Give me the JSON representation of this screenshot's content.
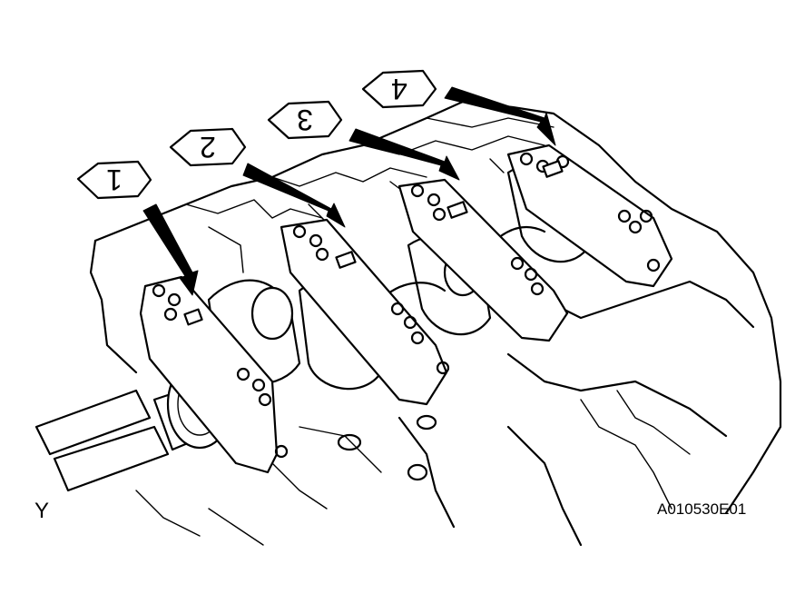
{
  "figure": {
    "view_code": "Y",
    "figure_id": "A010530E01",
    "cap_labels": [
      "1",
      "2",
      "3",
      "4"
    ]
  }
}
